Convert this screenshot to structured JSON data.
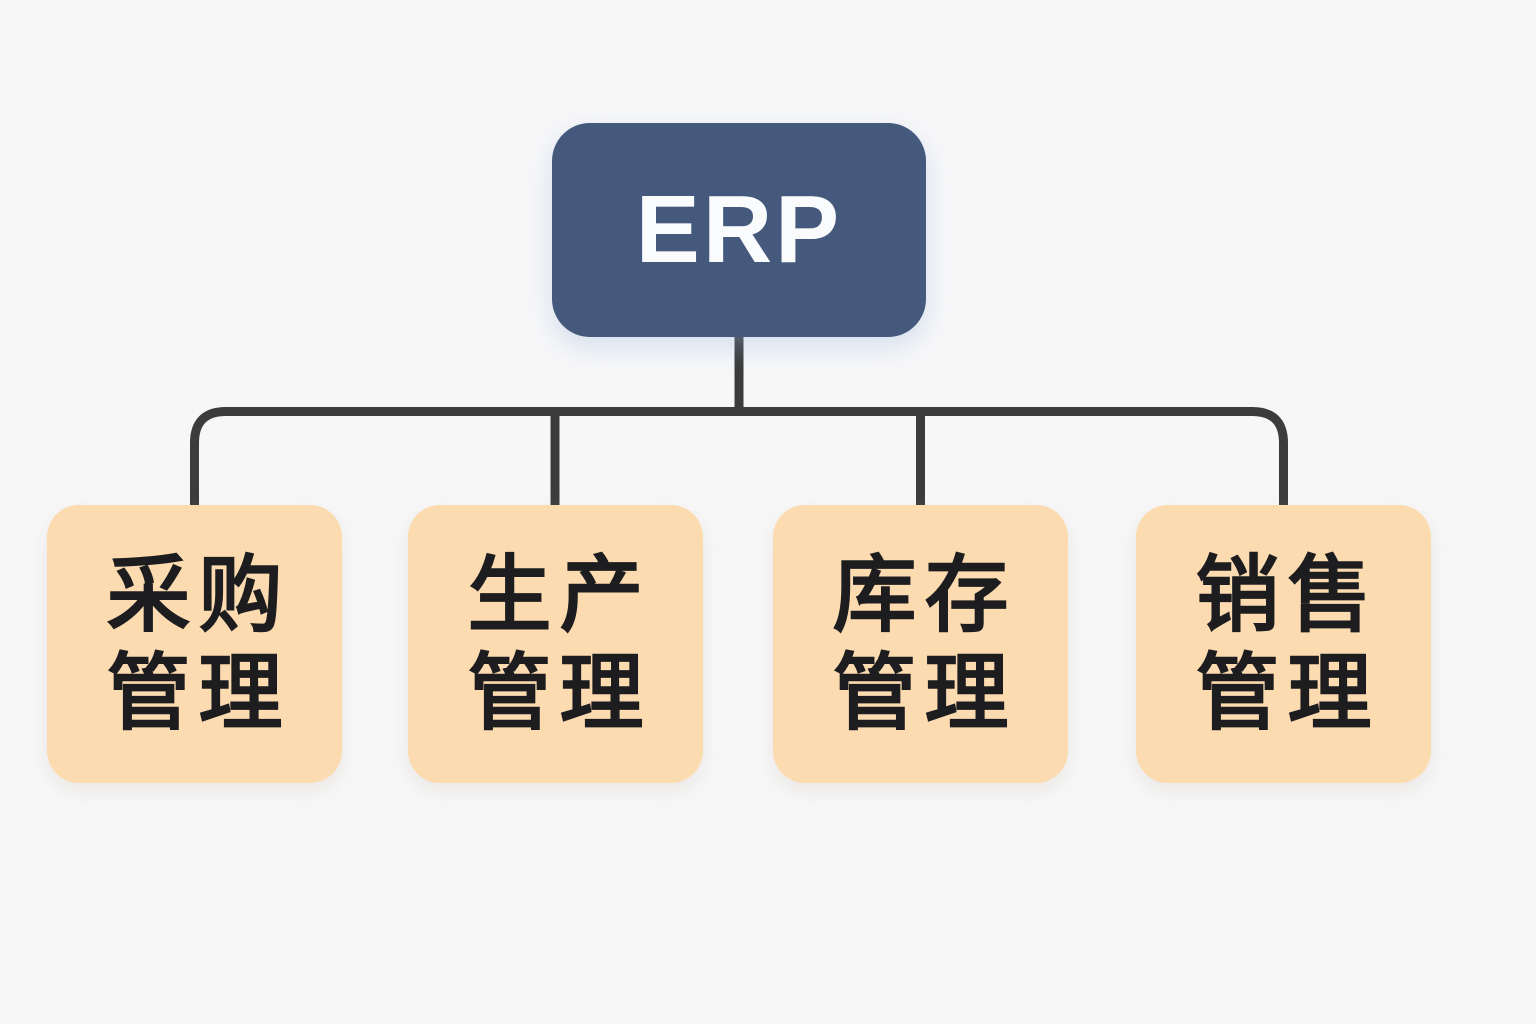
{
  "diagram": {
    "type": "tree",
    "root": {
      "label": "ERP"
    },
    "children": [
      {
        "label": "采购管理",
        "lines": [
          "采购",
          "管理"
        ]
      },
      {
        "label": "生产管理",
        "lines": [
          "生产",
          "管理"
        ]
      },
      {
        "label": "库存管理",
        "lines": [
          "库存",
          "管理"
        ]
      },
      {
        "label": "销售管理",
        "lines": [
          "销售",
          "管理"
        ]
      }
    ],
    "colors": {
      "background": "#F7F7F8",
      "root_box": "#44597C",
      "root_text": "#FAFBFD",
      "child_box": "#FCDBB1",
      "child_text": "#1D1D1F",
      "connector": "#3C3C3C"
    }
  }
}
